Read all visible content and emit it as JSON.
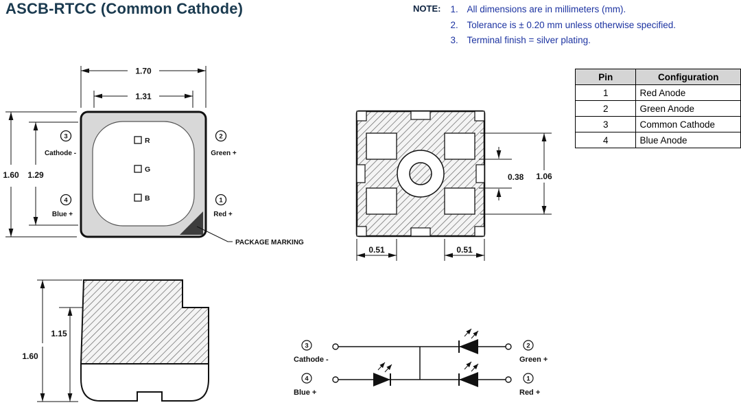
{
  "title": "ASCB-RTCC (Common Cathode)",
  "notes": {
    "label": "NOTE:",
    "items": [
      {
        "num": "1.",
        "text": "All dimensions are in millimeters (mm)."
      },
      {
        "num": "2.",
        "text": "Tolerance is ± 0.20 mm unless otherwise specified."
      },
      {
        "num": "3.",
        "text": "Terminal finish = silver plating."
      }
    ]
  },
  "pin_table": {
    "headers": [
      "Pin",
      "Configuration"
    ],
    "rows": [
      {
        "pin": "1",
        "config": "Red Anode"
      },
      {
        "pin": "2",
        "config": "Green Anode"
      },
      {
        "pin": "3",
        "config": "Common Cathode"
      },
      {
        "pin": "4",
        "config": "Blue Anode"
      }
    ]
  },
  "top_view": {
    "dim_width_outer": "1.70",
    "dim_width_inner": "1.31",
    "dim_height_outer": "1.60",
    "dim_height_inner": "1.29",
    "pin3": {
      "num": "3",
      "label": "Cathode -"
    },
    "pin2": {
      "num": "2",
      "label": "Green +"
    },
    "pin4": {
      "num": "4",
      "label": "Blue +"
    },
    "pin1": {
      "num": "1",
      "label": "Red +"
    },
    "die_r": "R",
    "die_g": "G",
    "die_b": "B",
    "package_marking_label": "PACKAGE MARKING"
  },
  "bottom_view": {
    "dim_gap": "0.38",
    "dim_pad_span": "1.06",
    "dim_left_pad": "0.51",
    "dim_right_pad": "0.51"
  },
  "side_view": {
    "dim_height_outer": "1.60",
    "dim_height_body": "1.15"
  },
  "schematic": {
    "pin3": {
      "num": "3",
      "label": "Cathode -"
    },
    "pin2": {
      "num": "2",
      "label": "Green +"
    },
    "pin4": {
      "num": "4",
      "label": "Blue +"
    },
    "pin1": {
      "num": "1",
      "label": "Red +"
    }
  },
  "colors": {
    "title": "#1a3a4f",
    "note_text": "#1c33a1",
    "table_header_bg": "#d5d5d5",
    "line": "#111111",
    "marking_triangle": "#3d3d3d"
  }
}
